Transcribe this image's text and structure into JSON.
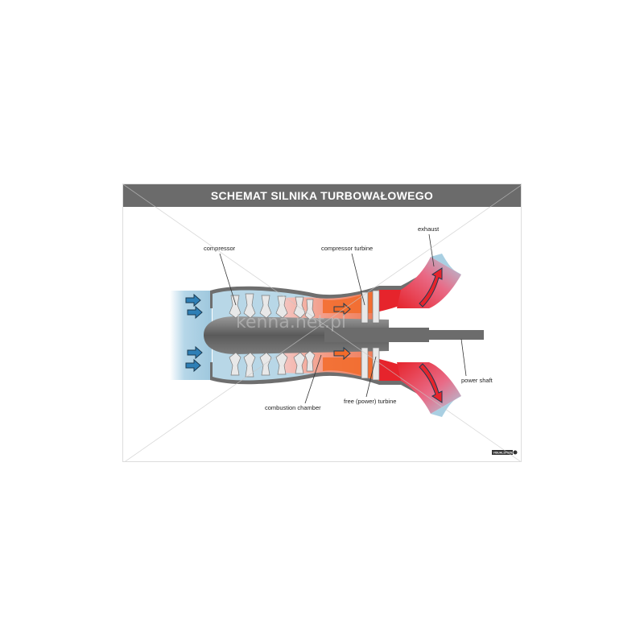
{
  "title": "SCHEMAT SILNIKA TURBOWAŁOWEGO",
  "labels": {
    "compressor": "compressor",
    "compressor_turbine": "compressor turbine",
    "exhaust": "exhaust",
    "combustion_chamber": "combustion chamber",
    "free_power_turbine": "free (power) turbine",
    "power_shaft": "power shaft"
  },
  "watermark": "kenna.net.pl",
  "publisher_logo": "VISUALSYSTEM",
  "colors": {
    "title_bar": "#6b6b6b",
    "intake_air": "#a9cfe2",
    "compressed_air": "#f2aaa6",
    "combustion": "#f26b2a",
    "hot_gas": "#e6242c",
    "engine_casing": "#6e6e6e",
    "arrow_fill": "#2e7fb6"
  }
}
